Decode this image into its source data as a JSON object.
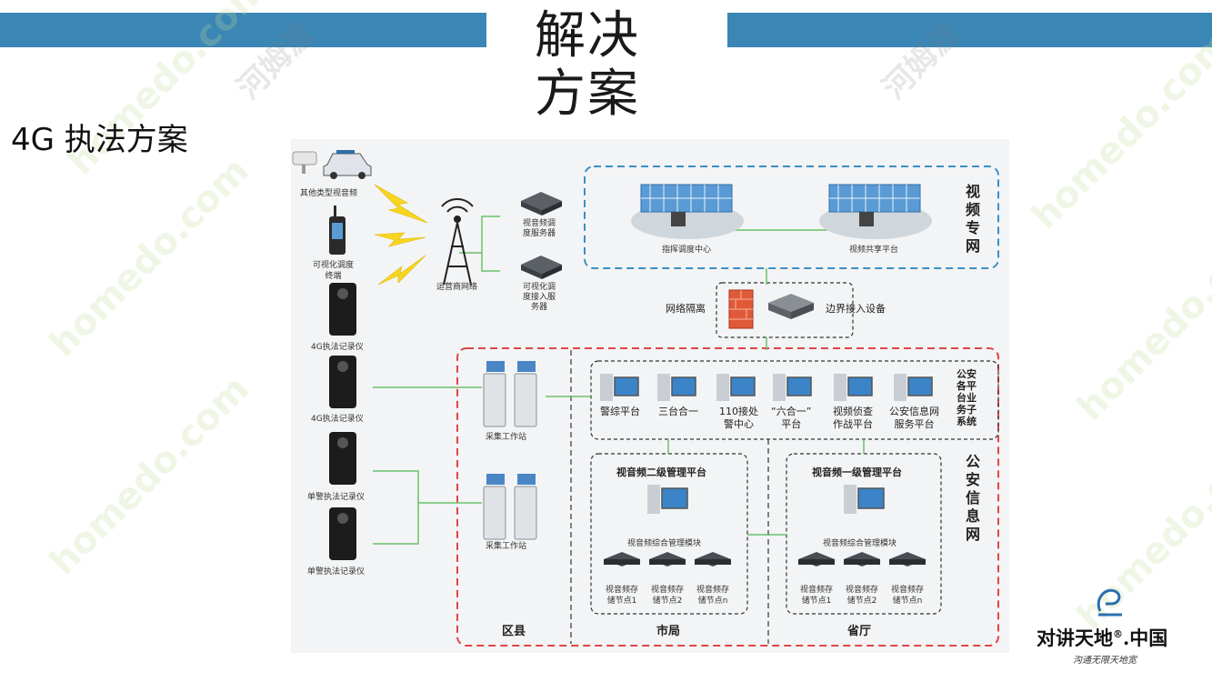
{
  "header": {
    "title": "解决方案",
    "title_line1": "解决",
    "title_line2": "方案",
    "subtitle": "4G 执法方案"
  },
  "colors": {
    "bar": "#3a86b5",
    "blue_dash": "#3a8fc8",
    "red_dash": "#e04646",
    "line": "#6cc06c"
  },
  "watermark": {
    "text_en": "homedo.com",
    "text_cn": "河姆渡"
  },
  "diagram": {
    "devices": {
      "other_av": "其他类型视音频",
      "visual_dispatch": "可视化调度终端",
      "visual_dispatch_l1": "可视化调度",
      "visual_dispatch_l2": "终端",
      "recorder_4g_1": "4G执法记录仪",
      "recorder_4g_2": "4G执法记录仪",
      "recorder_single_1": "单警执法记录仪",
      "recorder_single_2": "单警执法记录仪"
    },
    "carrier": "运营商网络",
    "servers": {
      "dispatch_l1": "视音频调",
      "dispatch_l2": "度服务器",
      "access_l1": "可视化调",
      "access_l2": "度接入服",
      "access_l3": "务器"
    },
    "video_net": {
      "command_center": "指挥调度中心",
      "sharing_platform": "视频共享平台",
      "label": [
        "视",
        "频",
        "专",
        "网"
      ]
    },
    "isolation": {
      "firewall": "网络隔离",
      "border": "边界接入设备"
    },
    "workstations": {
      "ws1": "采集工作站",
      "ws2": "采集工作站"
    },
    "subsystems": {
      "items": [
        {
          "l1": "警综平台",
          "l2": ""
        },
        {
          "l1": "三台合一",
          "l2": ""
        },
        {
          "l1": "110接处",
          "l2": "警中心"
        },
        {
          "l1": "“六合一”",
          "l2": "平台"
        },
        {
          "l1": "视频侦查",
          "l2": "作战平台"
        },
        {
          "l1": "公安信息网",
          "l2": "服务平台"
        }
      ],
      "label": [
        "公",
        "安",
        "各",
        "平",
        "台",
        "业",
        "务",
        "子",
        "系",
        "统"
      ]
    },
    "platform2": {
      "title": "视音频二级管理平台",
      "module": "视音频综合管理模块",
      "nodes": [
        {
          "l1": "视音频存",
          "l2": "储节点1"
        },
        {
          "l1": "视音频存",
          "l2": "储节点2"
        },
        {
          "l1": "视音频存",
          "l2": "储节点n"
        }
      ]
    },
    "platform1": {
      "title": "视音频一级管理平台",
      "module": "视音频综合管理模块",
      "nodes": [
        {
          "l1": "视音频存",
          "l2": "储节点1"
        },
        {
          "l1": "视音频存",
          "l2": "储节点2"
        },
        {
          "l1": "视音频存",
          "l2": "储节点n"
        }
      ]
    },
    "police_net_label": [
      "公",
      "安",
      "信",
      "息",
      "网"
    ],
    "levels": {
      "county": "区县",
      "city": "市局",
      "province": "省厅"
    }
  },
  "logo": {
    "brand": "对讲天地",
    "registered": "®",
    "suffix": ".中国",
    "slogan": "沟通无限天地宽"
  }
}
